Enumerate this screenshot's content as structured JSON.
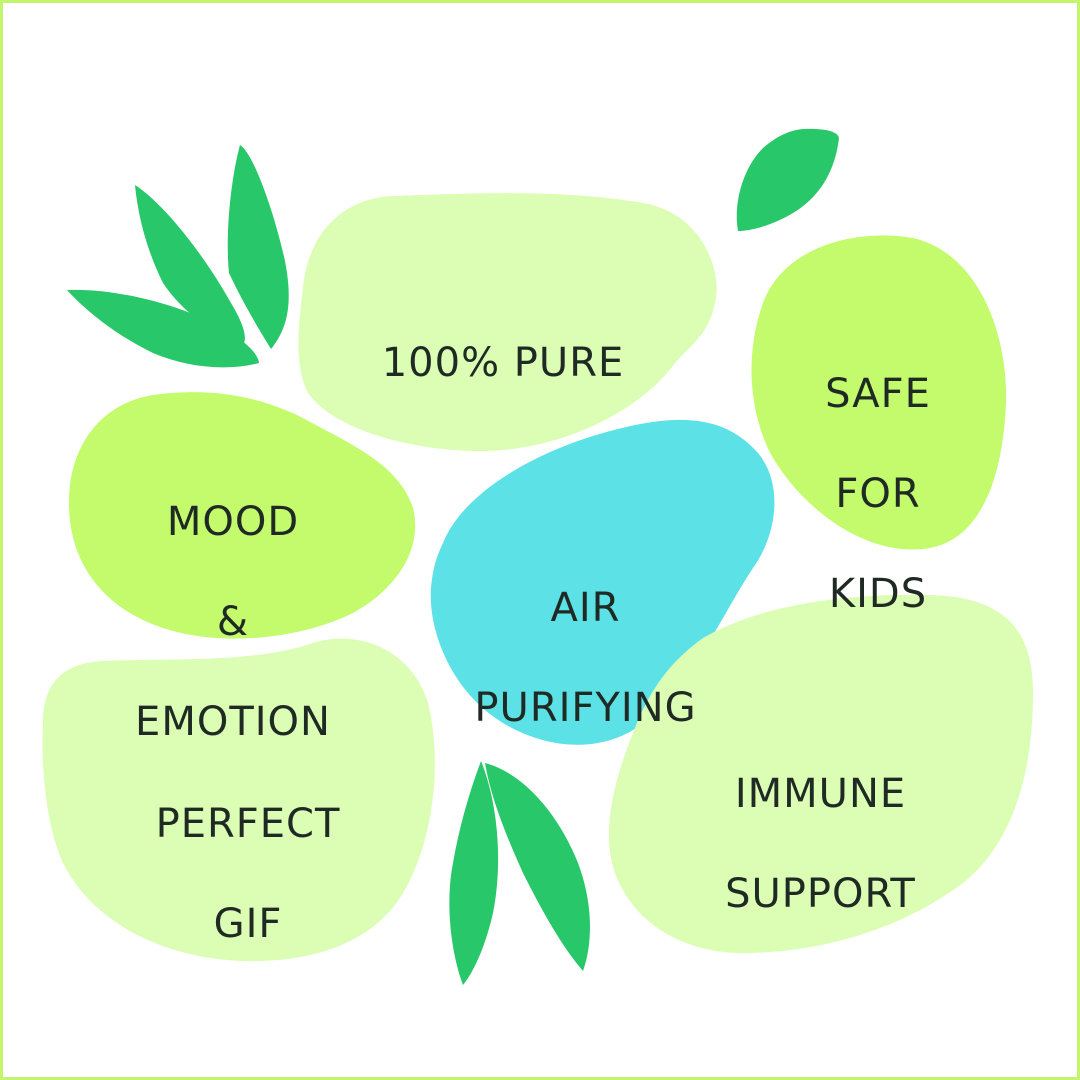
{
  "colors": {
    "border": "#c5f56e",
    "blob_pale": "#dcfdb4",
    "blob_lime": "#c3fb6d",
    "blob_cyan": "#5ce1e6",
    "leaf": "#28c76a",
    "text": "#1f2a24"
  },
  "badges": {
    "pure": [
      "100% PURE"
    ],
    "safe": [
      "SAFE",
      "FOR",
      "KIDS"
    ],
    "mood": [
      "MOOD",
      "&",
      "EMOTION"
    ],
    "air": [
      "AIR",
      "PURIFYING"
    ],
    "gift": [
      "PERFECT",
      "GIF"
    ],
    "immune": [
      "IMMUNE",
      "SUPPORT"
    ]
  }
}
